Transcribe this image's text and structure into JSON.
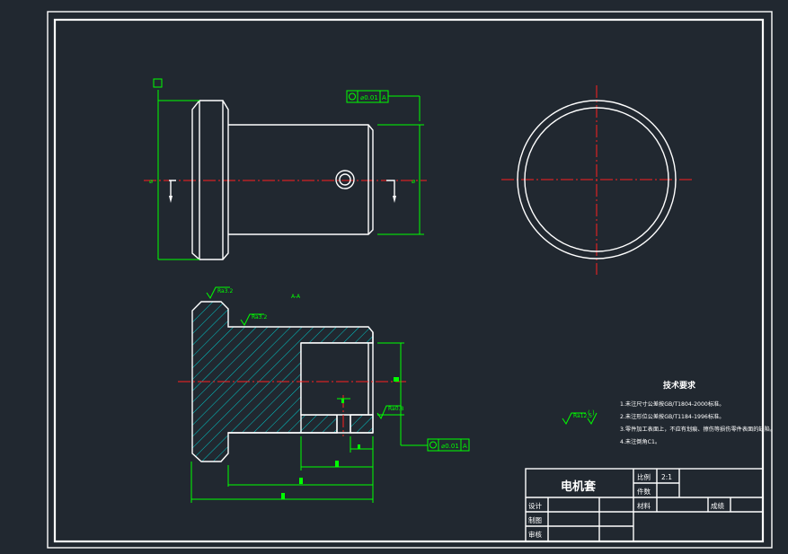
{
  "drawing": {
    "datum_a": "A",
    "tolerance_note": "⌀0.01",
    "roughness_top": "Ra3.2",
    "roughness_mid": "Ra3.2",
    "roughness_bore": "Ra0.8",
    "roughness_general": "Ra12.5",
    "section_label": "A-A",
    "section_marker": "A"
  },
  "tech_requirements": {
    "title": "技术要求",
    "lines": [
      "1.未注尺寸公差按GB/T1804-2000标准。",
      "2.未注形位公差按GB/T1184-1996标准。",
      "3.零件加工表面上，不应有划痕、擦伤等损伤零件表面的缺陷。",
      "4.未注倒角C1。"
    ]
  },
  "title_block": {
    "part_name": "电机套",
    "scale_label": "比例",
    "scale_value": "2:1",
    "count_label": "件数",
    "material_label": "材料",
    "grade_label": "成绩",
    "drawn_label": "制图",
    "design_label": "设计",
    "review_label": "审核"
  },
  "colors": {
    "background": "#212830",
    "outline": "#ffffff",
    "dimension": "#00ff00",
    "centerline": "#ff2020",
    "hatch": "#00c8c8"
  }
}
